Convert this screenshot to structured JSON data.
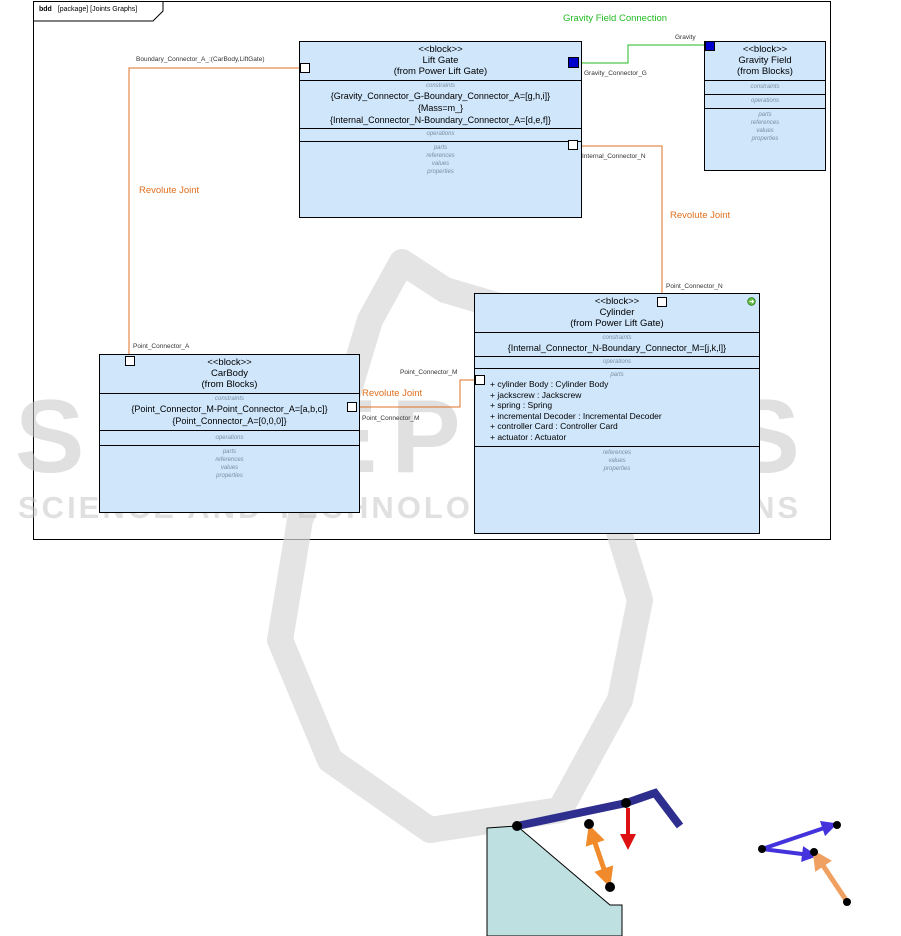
{
  "frame": {
    "kind": "bdd",
    "label": "[package] [Joints Graphs]"
  },
  "watermark": {
    "main": "SCITEPRESS",
    "sub": "SCIENCE AND TECHNOLOGY PUBLICATIONS"
  },
  "blocks": {
    "liftgate": {
      "stereotype": "<<block>>",
      "name": "Lift Gate",
      "from": "(from Power Lift Gate)",
      "constraints_label": "constraints",
      "constraints": [
        "{Gravity_Connector_G-Boundary_Connector_A=[g,h,i]}",
        "{Mass=m_}",
        "{Internal_Connector_N-Boundary_Connector_A=[d,e,f]}"
      ],
      "operations_label": "operations",
      "tail": [
        "parts",
        "references",
        "values",
        "properties"
      ]
    },
    "gravity": {
      "stereotype": "<<block>>",
      "name": "Gravity Field",
      "from": "(from Blocks)",
      "constraints_label": "constraints",
      "operations_label": "operations",
      "tail": [
        "parts",
        "references",
        "values",
        "properties"
      ]
    },
    "carbody": {
      "stereotype": "<<block>>",
      "name": "CarBody",
      "from": "(from Blocks)",
      "constraints_label": "constraints",
      "constraints": [
        "{Point_Connector_M-Point_Connector_A=[a,b,c]}",
        "{Point_Connector_A=[0,0,0]}"
      ],
      "operations_label": "operations",
      "tail": [
        "parts",
        "references",
        "values",
        "properties"
      ]
    },
    "cylinder": {
      "stereotype": "<<block>>",
      "name": "Cylinder",
      "from": "(from Power Lift Gate)",
      "constraints_label": "constraints",
      "constraints": [
        "{Internal_Connector_N-Boundary_Connector_M=[j,k,l]}"
      ],
      "operations_label": "operations",
      "parts_label": "parts",
      "parts": [
        "+ cylinder Body   : Cylinder Body",
        "+ jackscrew   : Jackscrew",
        "+ spring   : Spring",
        "+ incremental Decoder   : Incremental Decoder",
        "+ controller Card   : Controller Card",
        "+ actuator   : Actuator"
      ],
      "tail": [
        "references",
        "values",
        "properties"
      ]
    }
  },
  "connector_labels": {
    "boundary_a": "Boundary_Connector_A_:(CarBody,LiftGate)",
    "gravity": "Gravity",
    "gravity_g": "Gravity_Connector_G",
    "internal_n": "Internal_Connector_N",
    "point_n": "Point_Connector_N",
    "point_a": "Point_Connector_A",
    "point_m_top": "Point_Connector_M",
    "point_m_bottom": "Point_Connector_M"
  },
  "joint_labels": {
    "gravity_field_connection": "Gravity Field Connection",
    "revolute_left": "Revolute Joint",
    "revolute_right": "Revolute Joint",
    "revolute_middle": "Revolute Joint"
  },
  "colors": {
    "block_fill": "#cfe6fb",
    "revolute": "#e07020",
    "gravity_line": "#22bb22",
    "port_blue": "#0000cc",
    "beam": "#2e2e8f",
    "body_fill": "#bfe0e0",
    "force_red": "#dd1111",
    "piston_orange": "#f08a2a",
    "vector_blue": "#4433dd",
    "vector_orange": "#f0a060"
  }
}
